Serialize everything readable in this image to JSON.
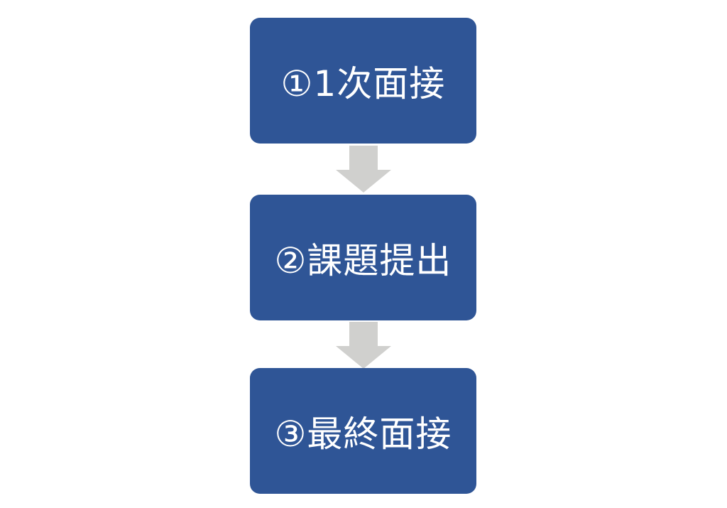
{
  "colors": {
    "box_fill": "#2f5596",
    "box_text": "#ffffff",
    "arrow_fill": "#d0d0ce"
  },
  "flow": {
    "steps": [
      {
        "label": "①1次面接"
      },
      {
        "label": "②課題提出"
      },
      {
        "label": "③最終面接"
      }
    ],
    "arrow_icon": "down-arrow-icon"
  }
}
